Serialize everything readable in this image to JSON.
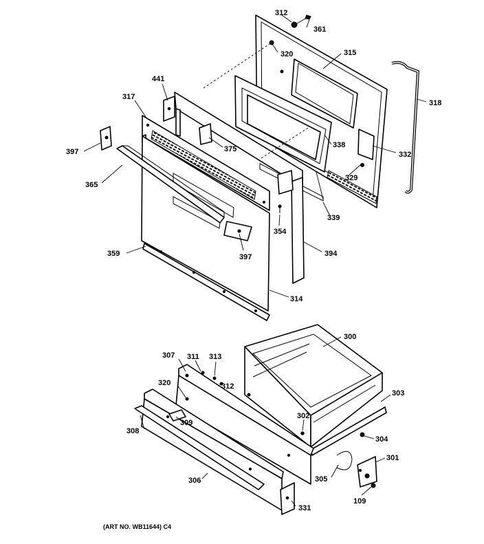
{
  "callouts": [
    "312",
    "361",
    "320",
    "315",
    "318",
    "441",
    "317",
    "375",
    "338",
    "332",
    "397",
    "365",
    "329",
    "339",
    "354",
    "397",
    "394",
    "359",
    "314",
    "300",
    "307",
    "311",
    "313",
    "320",
    "312",
    "303",
    "302",
    "309",
    "308",
    "304",
    "301",
    "305",
    "306",
    "109",
    "331"
  ],
  "footer": {
    "art_number": "(ART NO. WB11644) C4"
  }
}
